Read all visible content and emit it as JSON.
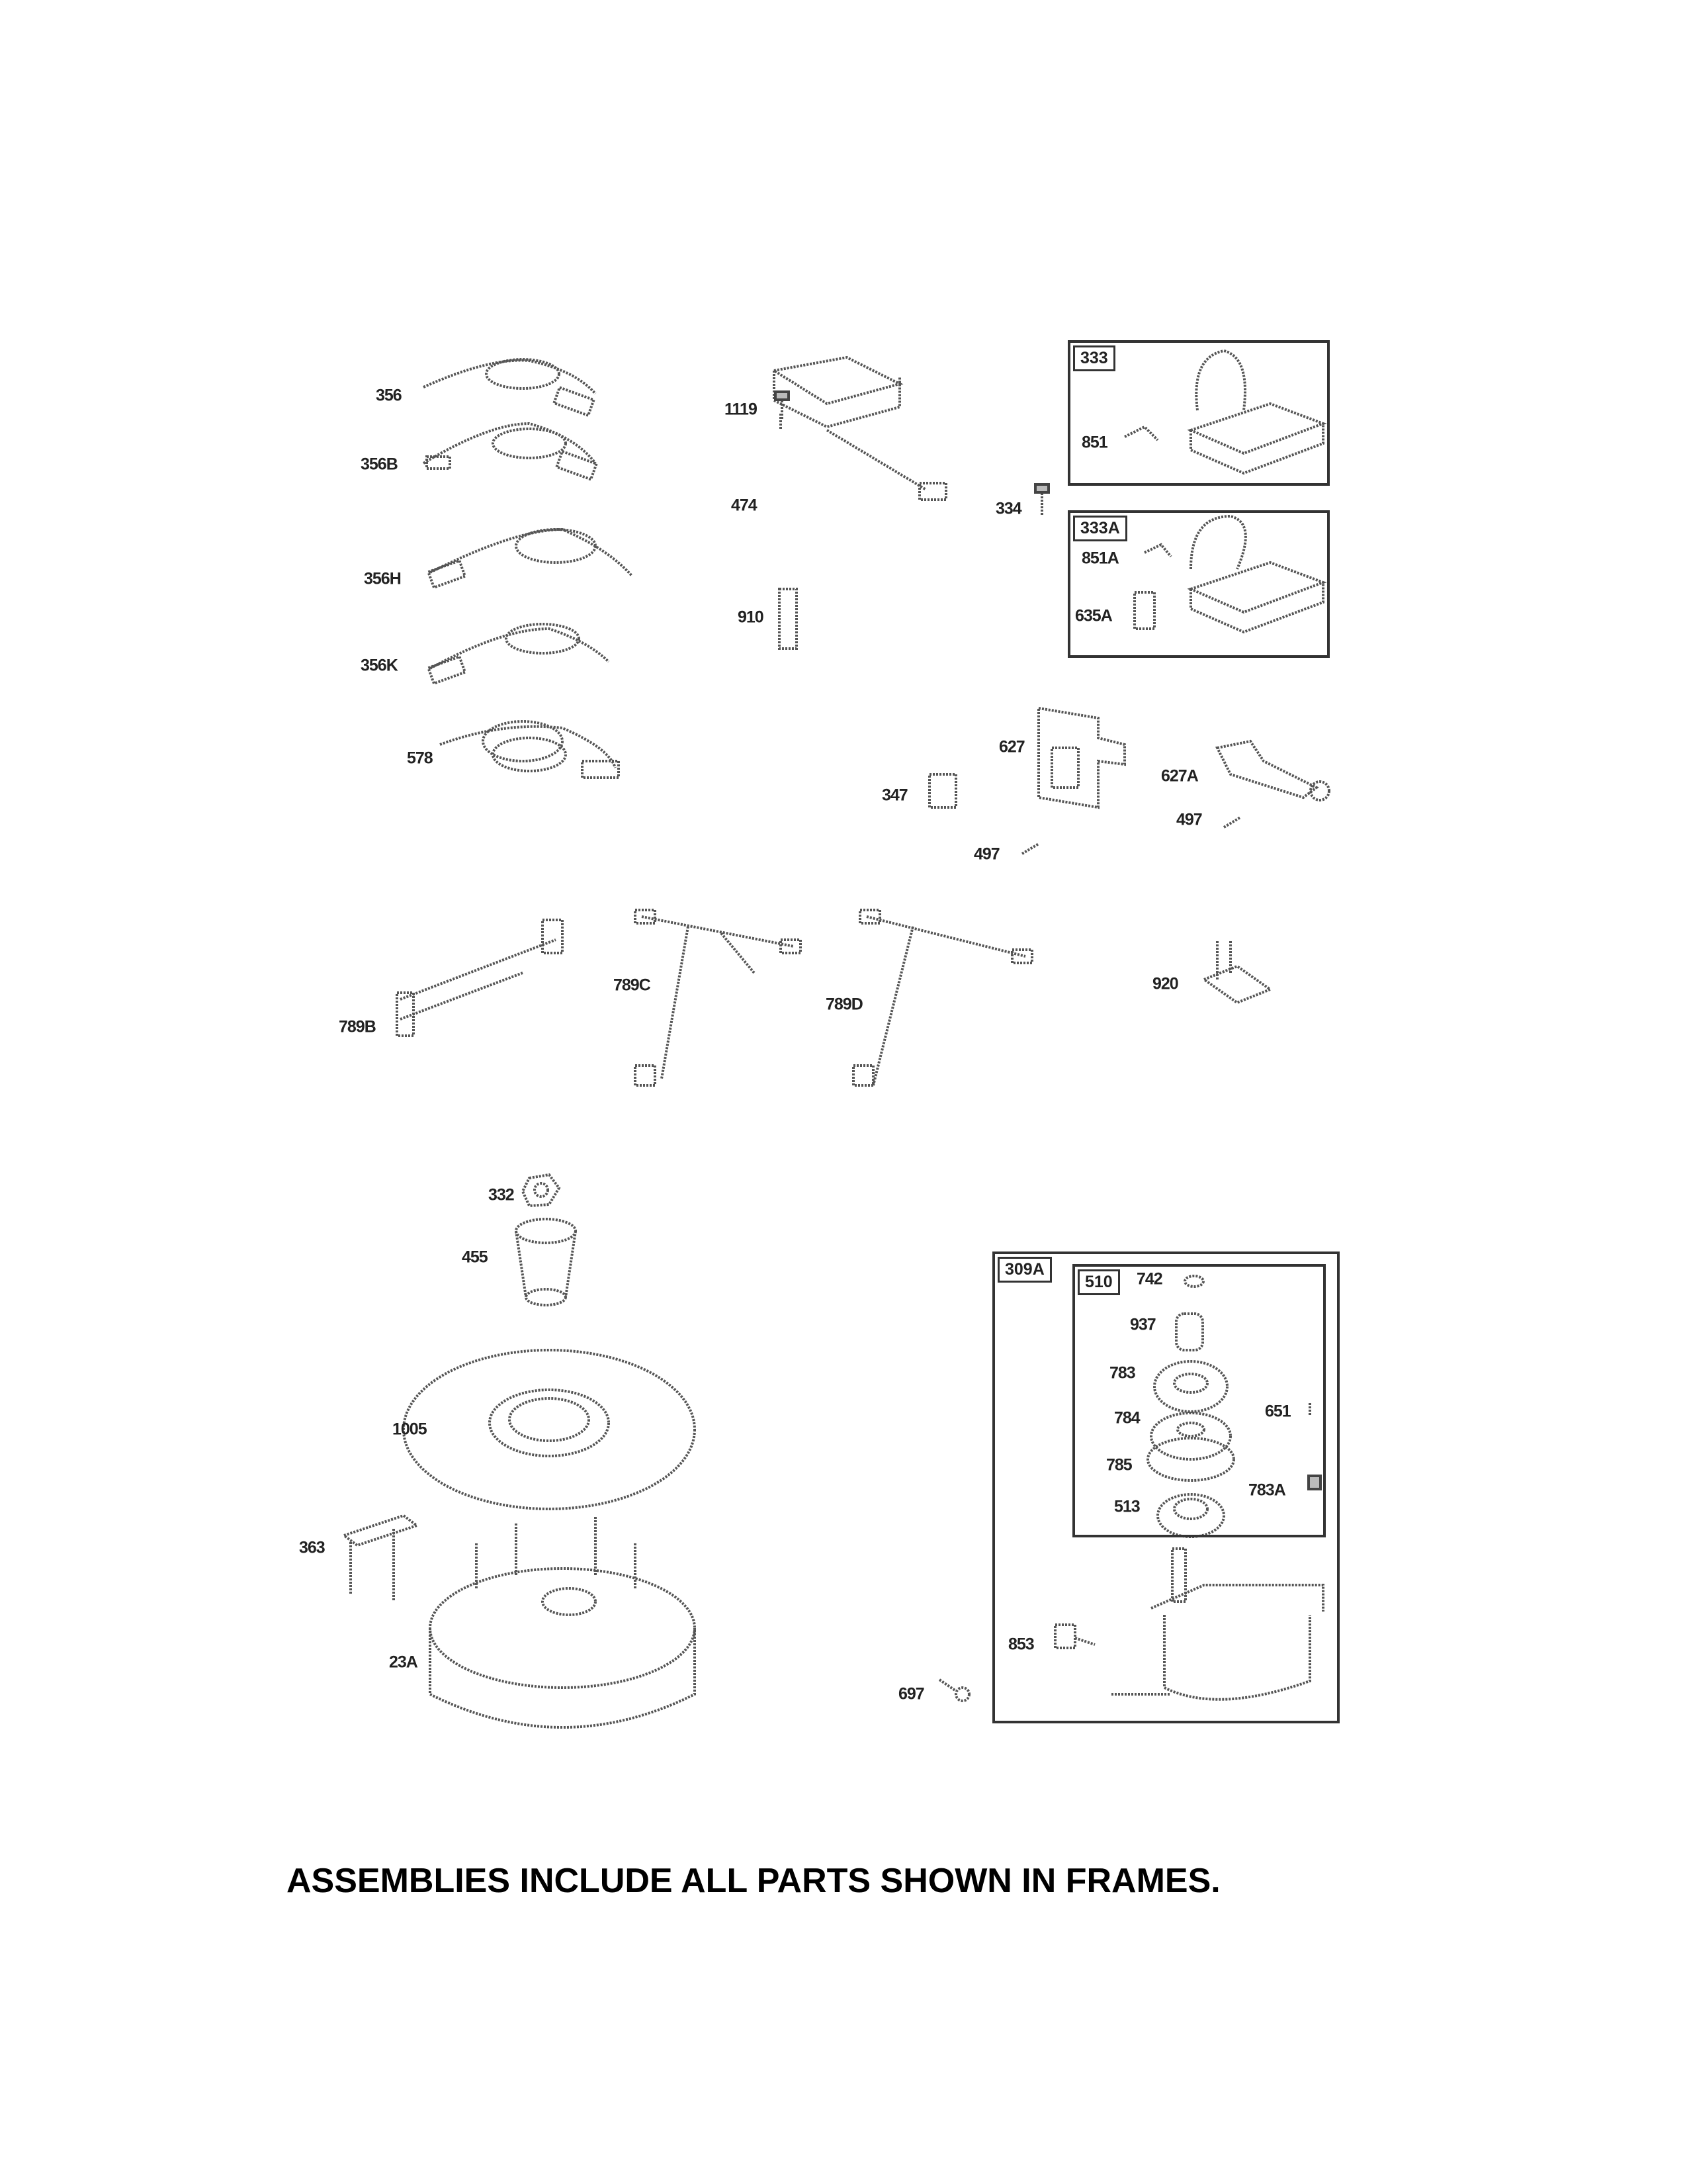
{
  "labels": {
    "p356": "356",
    "p356b": "356B",
    "p356h": "356H",
    "p356k": "356K",
    "p578": "578",
    "p1119": "1119",
    "p474": "474",
    "p910": "910",
    "p334": "334",
    "p851": "851",
    "p851a": "851A",
    "p635a": "635A",
    "p627": "627",
    "p347": "347",
    "p627a": "627A",
    "p497a": "497",
    "p497b": "497",
    "p789b": "789B",
    "p789c": "789C",
    "p789d": "789D",
    "p920": "920",
    "p332": "332",
    "p455": "455",
    "p1005": "1005",
    "p363": "363",
    "p23a": "23A",
    "p742": "742",
    "p937": "937",
    "p783": "783",
    "p784": "784",
    "p785": "785",
    "p513": "513",
    "p651": "651",
    "p783a": "783A",
    "p853": "853",
    "p697": "697"
  },
  "frames": {
    "f333": "333",
    "f333a": "333A",
    "f309a": "309A",
    "f510": "510"
  },
  "footer": "ASSEMBLIES INCLUDE ALL PARTS SHOWN IN FRAMES."
}
